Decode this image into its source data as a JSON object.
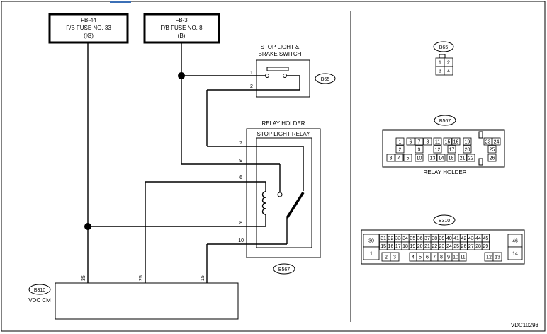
{
  "fuses": [
    {
      "id": "FB-44",
      "name": "F/B FUSE NO. 33",
      "note": "(IG)"
    },
    {
      "id": "FB-3",
      "name": "F/B FUSE NO. 8",
      "note": "(B)"
    }
  ],
  "switch": {
    "title_line1": "STOP LIGHT &",
    "title_line2": "BRAKE SWITCH",
    "connector": "B65",
    "pins": [
      "1",
      "2"
    ]
  },
  "relay": {
    "holder_title": "RELAY HOLDER",
    "relay_title": "STOP LIGHT RELAY",
    "connector": "B567",
    "pins": [
      "7",
      "9",
      "6",
      "8",
      "10"
    ]
  },
  "module": {
    "connector": "B310",
    "name": "VDC CM",
    "pins": [
      "35",
      "25",
      "15"
    ]
  },
  "connectors": {
    "b65": {
      "label": "B65",
      "pins": [
        "1",
        "2",
        "3",
        "4"
      ]
    },
    "b567": {
      "label": "B567",
      "caption": "RELAY HOLDER",
      "pins": [
        "1",
        "2",
        "3",
        "4",
        "5",
        "6",
        "7",
        "8",
        "9",
        "10",
        "11",
        "12",
        "13",
        "14",
        "15",
        "16",
        "17",
        "18",
        "19",
        "20",
        "21",
        "22",
        "23",
        "24",
        "25",
        "26"
      ]
    },
    "b310": {
      "label": "B310",
      "pins_top": [
        "31",
        "32",
        "33",
        "34",
        "35",
        "36",
        "37",
        "38",
        "39",
        "40",
        "41",
        "42",
        "43",
        "44",
        "45"
      ],
      "pins_mid": [
        "15",
        "16",
        "17",
        "18",
        "19",
        "20",
        "21",
        "22",
        "23",
        "24",
        "25",
        "26",
        "27",
        "28",
        "29"
      ],
      "pins_bot": [
        "2",
        "3",
        "4",
        "5",
        "6",
        "7",
        "8",
        "9",
        "10",
        "11",
        "12",
        "13"
      ],
      "pins_side": [
        "30",
        "1",
        "46",
        "14"
      ]
    }
  },
  "diagram_code": "VDC10293"
}
